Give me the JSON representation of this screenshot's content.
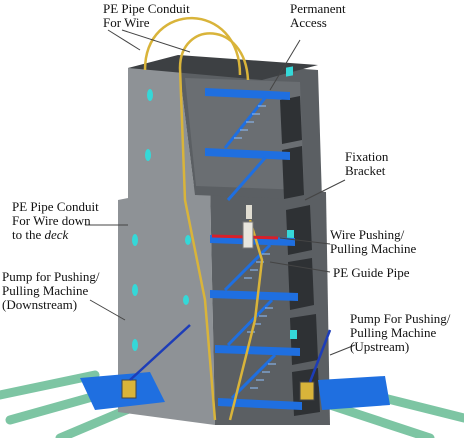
{
  "labels": {
    "pe_pipe_conduit_wire": [
      "PE Pipe Conduit",
      "For Wire"
    ],
    "permanent_access": [
      "Permanent",
      "Access"
    ],
    "fixation_bracket": [
      "Fixation",
      "Bracket"
    ],
    "pe_pipe_conduit_deck": [
      "PE Pipe Conduit",
      "For Wire down",
      "to the "
    ],
    "pe_pipe_conduit_deck_italic": "deck",
    "wire_pushing_machine": [
      "Wire Pushing/",
      "Pulling Machine"
    ],
    "pe_guide_pipe": "PE Guide Pipe",
    "pump_downstream": [
      "Pump for Pushing/",
      "Pulling Machine",
      "(Downstream)"
    ],
    "pump_upstream": [
      "Pump For Pushing/",
      "Pulling Machine",
      "(Upstream)"
    ]
  },
  "colors": {
    "tower_front": "#8e9296",
    "tower_side": "#5b5f63",
    "tower_top": "#3d4043",
    "stair_blue": "#1f6fe0",
    "conduit_yellow": "#d9b43a",
    "cyan_window": "#35d8d8",
    "cable_green": "#6fbf9a",
    "red_machine": "#d8202a"
  }
}
